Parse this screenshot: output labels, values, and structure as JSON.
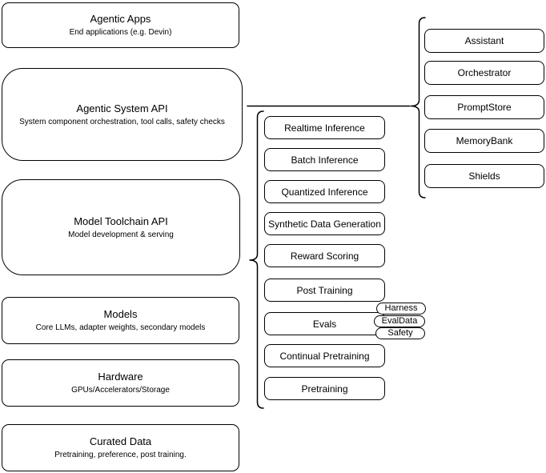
{
  "diagram": {
    "layers": [
      {
        "title": "Agentic Apps",
        "subtitle": "End applications (e.g. Devin)"
      },
      {
        "title": "Agentic System API",
        "subtitle": "System component orchestration, tool calls, safety checks"
      },
      {
        "title": "Model Toolchain API",
        "subtitle": "Model development & serving"
      },
      {
        "title": "Models",
        "subtitle": "Core LLMs, adapter weights, secondary models"
      },
      {
        "title": "Hardware",
        "subtitle": "GPUs/Accelerators/Storage"
      },
      {
        "title": "Curated Data",
        "subtitle": "Pretraining, preference, post training."
      }
    ],
    "toolchain_ops": [
      "Realtime Inference",
      "Batch Inference",
      "Quantized Inference",
      "Synthetic Data Generation",
      "Reward Scoring",
      "Post Training",
      "Evals",
      "Continual Pretraining",
      "Pretraining"
    ],
    "eval_tags": [
      "Harness",
      "EvalData",
      "Safety"
    ],
    "system_components": [
      "Assistant",
      "Orchestrator",
      "PromptStore",
      "MemoryBank",
      "Shields"
    ]
  },
  "colors": {
    "stroke": "#000000",
    "canvas_bg": "#ffffff",
    "node_bg": "#ffffff",
    "text": "#000000"
  }
}
